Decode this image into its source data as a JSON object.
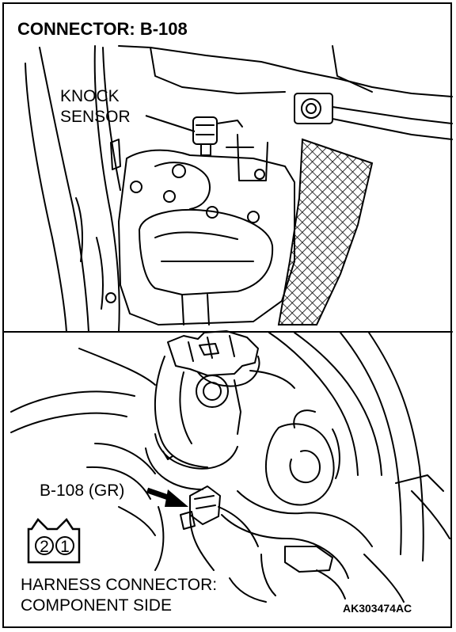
{
  "title": "CONNECTOR: B-108",
  "top_figure": {
    "label_line1": "KNOCK",
    "label_line2": "SENSOR"
  },
  "bottom_figure": {
    "connector_label": "B-108 (GR)",
    "pin_numbers": [
      "2",
      "1"
    ],
    "caption_line1": "HARNESS CONNECTOR:",
    "caption_line2": "COMPONENT SIDE"
  },
  "figure_code": "AK303474AC"
}
